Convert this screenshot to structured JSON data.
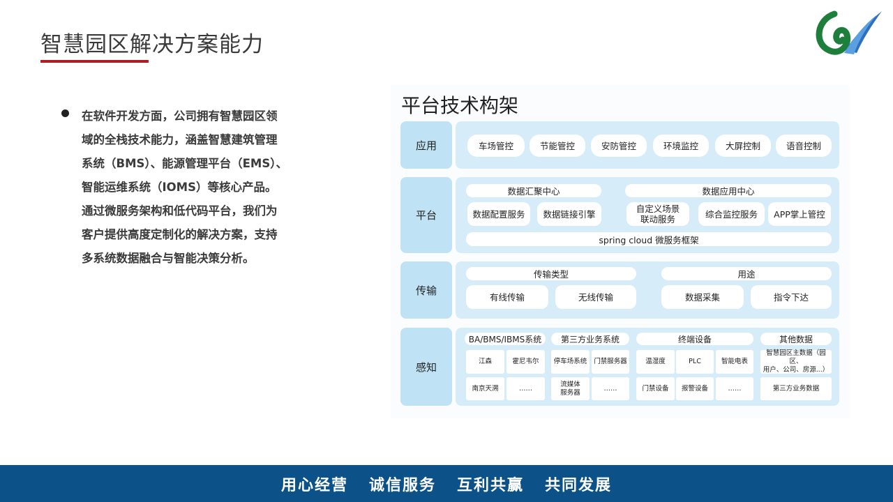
{
  "header": {
    "title": "智慧园区解决方案能力"
  },
  "left": {
    "paragraph": "在软件开发方面，公司拥有智慧园区领域的全栈技术能力，涵盖智慧建筑管理系统（BMS）、能源管理平台（EMS）、智能运维系统（IOMS）等核心产品。通过微服务架构和低代码平台，我们为客户提供高度定制化的解决方案，支持多系统数据融合与智能决策分析。",
    "lines": [
      "在软件开发方面，公司拥有智慧园区领",
      "域的全栈技术能力，涵盖智慧建筑管理",
      "系统（BMS）、能源管理平台（EMS）、",
      "智能运维系统（IOMS）等核心产品。",
      "通过微服务架构和低代码平台，我们为",
      "客户提供高度定制化的解决方案，支持",
      "多系统数据融合与智能决策分析。"
    ]
  },
  "diagram": {
    "title": "平台技术构架",
    "app": {
      "label": "应用",
      "items": [
        "车场管控",
        "节能管控",
        "安防管控",
        "环境监控",
        "大屏控制",
        "语音控制"
      ]
    },
    "platform": {
      "label": "平台",
      "hub1": "数据汇聚中心",
      "hub2": "数据应用中心",
      "items": [
        "数据配置服务",
        "数据链接引擎",
        "自定义场景联动服务",
        "综合监控服务",
        "APP掌上管控"
      ],
      "custom_line1": "自定义场景",
      "custom_line2": "联动服务",
      "framework": "spring cloud 微服务框架"
    },
    "transport": {
      "label": "传输",
      "type_header": "传输类型",
      "use_header": "用途",
      "items": [
        "有线传输",
        "无线传输",
        "数据采集",
        "指令下达"
      ]
    },
    "perception": {
      "label": "感知",
      "headers": [
        "BA/BMS/IBMS系统",
        "第三方业务系统",
        "终端设备",
        "其他数据"
      ],
      "row1": [
        "江森",
        "霍尼韦尔",
        "停车场系统",
        "门禁服务器",
        "温湿度",
        "PLC",
        "智能电表",
        "智慧园区主数据（园区、用户、公司、房源...）"
      ],
      "row2": [
        "南京天溯",
        "……",
        "流媒体服务器",
        "……",
        "门禁设备",
        "报警设备",
        "……",
        "第三方业务数据"
      ],
      "other1_line1": "智慧园区主数据（园区、",
      "other1_line2": "用户、公司、房源...）",
      "stream_line1": "流媒体",
      "stream_line2": "服务器"
    }
  },
  "footer": {
    "slogans": [
      "用心经营",
      "诚信服务",
      "互利共赢",
      "共同发展"
    ]
  },
  "colors": {
    "accent_red": "#b01e23",
    "footer_blue": "#0c5187",
    "layer_label": "#bfe3f5",
    "layer_body": "#d6edf9"
  }
}
